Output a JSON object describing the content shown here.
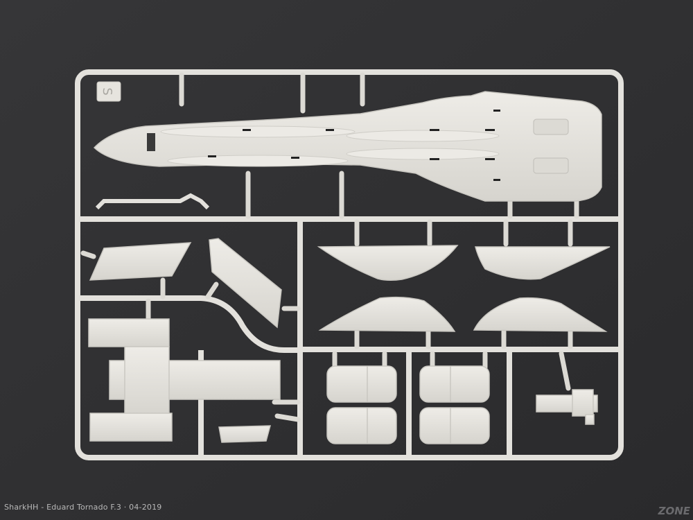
{
  "photo": {
    "caption": "SharkHH - Eduard Tornado F.3 · 04-2019",
    "watermark": "ZONE",
    "sprue_letter": "S",
    "colors": {
      "background": "#2f2f31",
      "plastic": "#e6e4de",
      "plastic_shadow": "#c9c7c1",
      "panel_line": "#1e1e1e"
    }
  }
}
